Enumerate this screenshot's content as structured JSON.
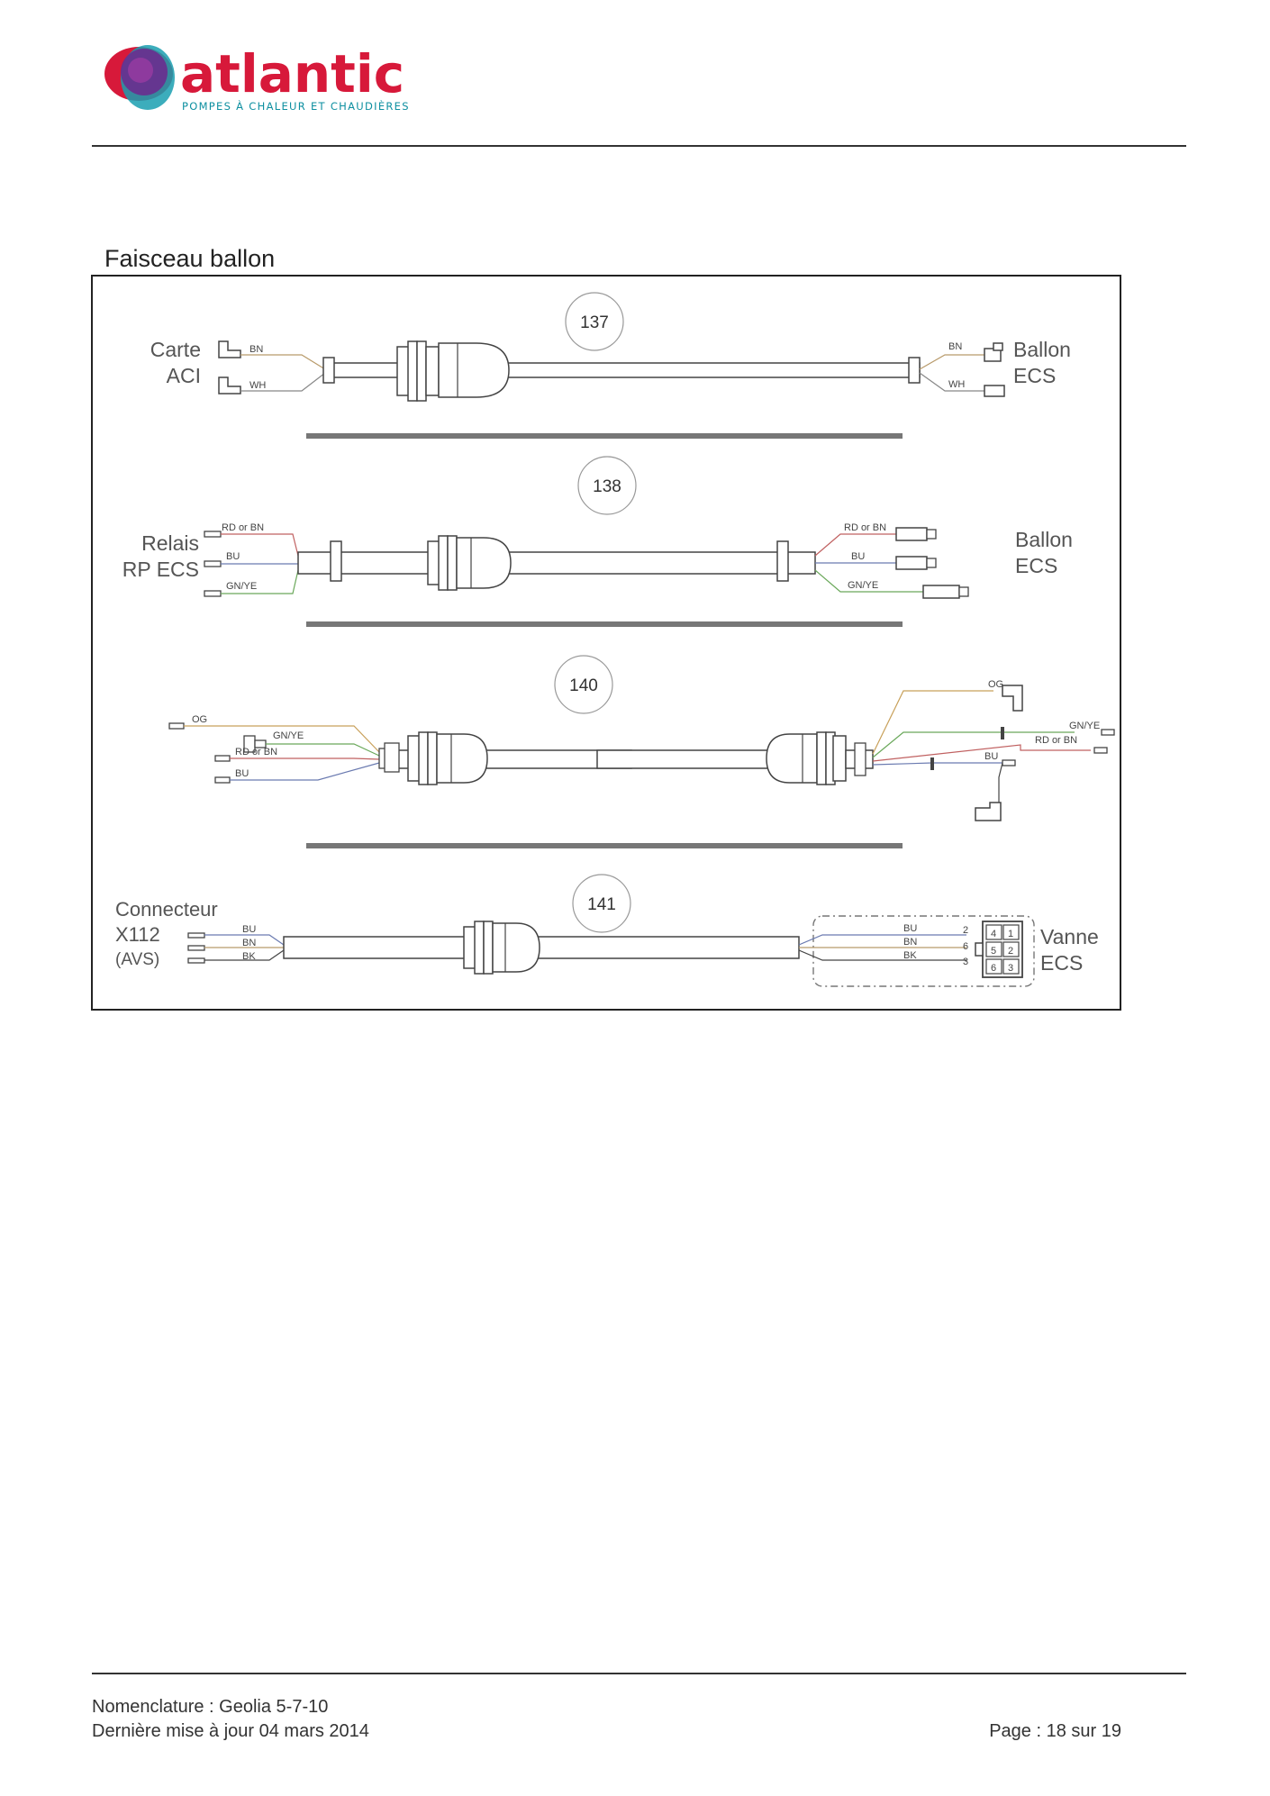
{
  "header": {
    "logo_name": "atlantic",
    "logo_tagline": "POMPES À CHALEUR ET CHAUDIÈRES",
    "brand_red": "#d7193a",
    "brand_teal": "#0d8fa0"
  },
  "section_title": "Faisceau ballon",
  "harnesses": [
    {
      "number": "137",
      "left_label": [
        "Carte",
        "ACI"
      ],
      "right_label": [
        "Ballon",
        "ECS"
      ],
      "left_wires": [
        "BN",
        "WH"
      ],
      "right_wires": [
        "BN",
        "WH"
      ]
    },
    {
      "number": "138",
      "left_label": [
        "Relais",
        "RP ECS"
      ],
      "right_label": [
        "Ballon",
        "ECS"
      ],
      "left_wires": [
        "RD or BN",
        "BU",
        "GN/YE"
      ],
      "right_wires": [
        "RD or BN",
        "BU",
        "GN/YE"
      ]
    },
    {
      "number": "140",
      "left_wires": [
        "OG",
        "GN/YE",
        "RD or BN",
        "BU"
      ],
      "right_wires": [
        "OG",
        "GN/YE",
        "RD or BN",
        "BU"
      ]
    },
    {
      "number": "141",
      "left_label": [
        "Connecteur",
        "X112",
        "(AVS)"
      ],
      "right_label": [
        "Vanne",
        "ECS"
      ],
      "left_wires": [
        "BU",
        "BN",
        "BK"
      ],
      "right_wires": [
        "BU",
        "BN",
        "BK"
      ],
      "pin_numbers": [
        "2",
        "6",
        "3"
      ],
      "connector_pins": [
        "4",
        "1",
        "5",
        "2",
        "6",
        "3"
      ]
    }
  ],
  "footer": {
    "line1": "Nomenclature : Geolia 5-7-10",
    "line2": "Dernière mise à jour 04 mars 2014",
    "page": "Page : 18 sur 19"
  }
}
